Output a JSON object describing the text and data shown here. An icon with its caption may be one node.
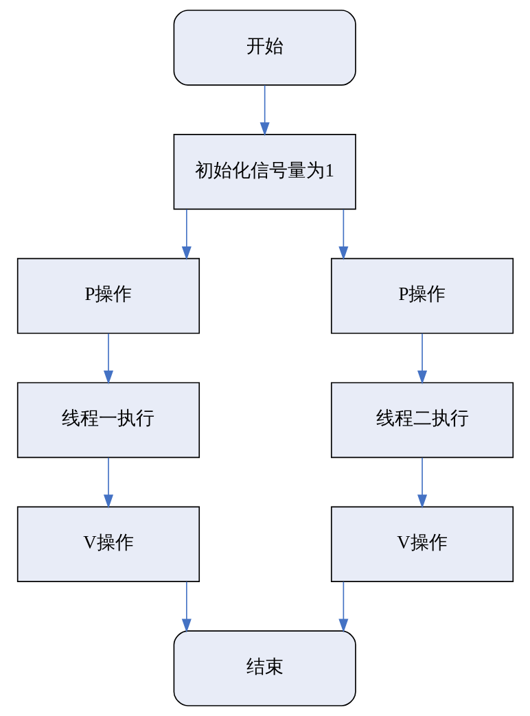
{
  "diagram": {
    "nodes": [
      {
        "text": [
          "开始"
        ]
      },
      {
        "text": [
          "初始化信号量为1"
        ]
      },
      {
        "text": [
          "P操作"
        ]
      },
      {
        "text": [
          "P操作"
        ]
      },
      {
        "text": [
          "线程一执行"
        ]
      },
      {
        "text": [
          "线程二执行"
        ]
      },
      {
        "text": [
          "V操作"
        ]
      },
      {
        "text": [
          "V操作"
        ]
      },
      {
        "text": [
          "结束"
        ]
      }
    ],
    "edges": [
      {
        "from": 0,
        "to": 1,
        "arrow": "to"
      },
      {
        "from": 1,
        "to": 2,
        "arrow": "to"
      },
      {
        "from": 1,
        "to": 3,
        "arrow": "to"
      },
      {
        "from": 2,
        "to": 4,
        "arrow": "to"
      },
      {
        "from": 3,
        "to": 5,
        "arrow": "to"
      },
      {
        "from": 4,
        "to": 6,
        "arrow": "to"
      },
      {
        "from": 5,
        "to": 7,
        "arrow": "to"
      },
      {
        "from": 6,
        "to": 8,
        "arrow": "to"
      },
      {
        "from": 7,
        "to": 8,
        "arrow": "to"
      }
    ]
  }
}
